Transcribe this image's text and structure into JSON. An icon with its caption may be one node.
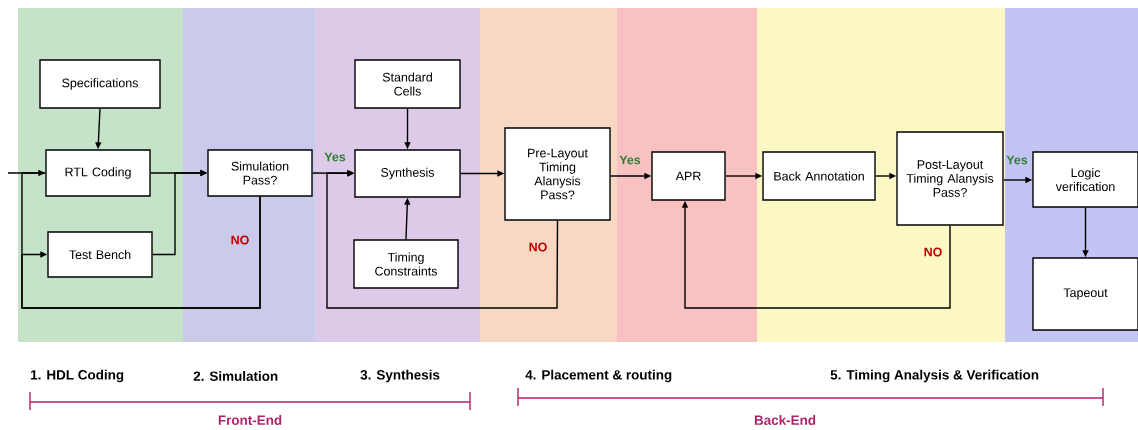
{
  "diagram": {
    "nodes": [
      {
        "text": [
          "Specifications"
        ]
      },
      {
        "text": [
          "RTL Coding"
        ]
      },
      {
        "text": [
          "Test Bench"
        ]
      },
      {
        "text": [
          "Simulation Pass?"
        ]
      },
      {
        "text": [
          "Standard Cells"
        ]
      },
      {
        "text": [
          "Synthesis"
        ]
      },
      {
        "text": [
          "Timing Constraints"
        ]
      },
      {
        "text": [
          "Pre-Layout Timing Alanysis Pass?"
        ]
      },
      {
        "text": [
          "APR"
        ]
      },
      {
        "text": [
          "Back Annotation"
        ]
      },
      {
        "text": [
          "Post-Layout Timing Alanysis Pass?"
        ]
      },
      {
        "text": [
          "Logic verification"
        ]
      },
      {
        "text": [
          "Tapeout"
        ]
      }
    ],
    "edges": [
      {
        "from": null,
        "to": 1,
        "arrow": "none"
      },
      {
        "from": 0,
        "to": 1,
        "arrow": "to"
      },
      {
        "from": 1,
        "to": 3,
        "arrow": "to"
      },
      {
        "from": 2,
        "to": 3,
        "arrow": "to"
      },
      {
        "from": 3,
        "to": 1,
        "arrow": "to",
        "label": "NO"
      },
      {
        "from": 3,
        "to": 2,
        "arrow": "to"
      },
      {
        "from": 3,
        "to": 5,
        "arrow": "to",
        "label": "Yes"
      },
      {
        "from": 4,
        "to": 5,
        "arrow": "to"
      },
      {
        "from": 6,
        "to": 5,
        "arrow": "to"
      },
      {
        "from": 5,
        "to": 7,
        "arrow": "to"
      },
      {
        "from": 7,
        "to": 5,
        "arrow": "to",
        "label": "NO"
      },
      {
        "from": 7,
        "to": 8,
        "arrow": "to",
        "label": "Yes"
      },
      {
        "from": 8,
        "to": 9,
        "arrow": "to"
      },
      {
        "from": 9,
        "to": 10,
        "arrow": "to"
      },
      {
        "from": 10,
        "to": 8,
        "arrow": "to",
        "label": "NO"
      },
      {
        "from": 10,
        "to": 11,
        "arrow": "to",
        "label": "Yes"
      },
      {
        "from": 11,
        "to": 12,
        "arrow": "to"
      }
    ],
    "labels": [
      "1. HDL Coding",
      "2.  Simulation",
      "3. Synthesis",
      "4. Placement & routing",
      "5. Timing Analysis & Verification",
      "Front-End",
      "Back-End"
    ]
  }
}
